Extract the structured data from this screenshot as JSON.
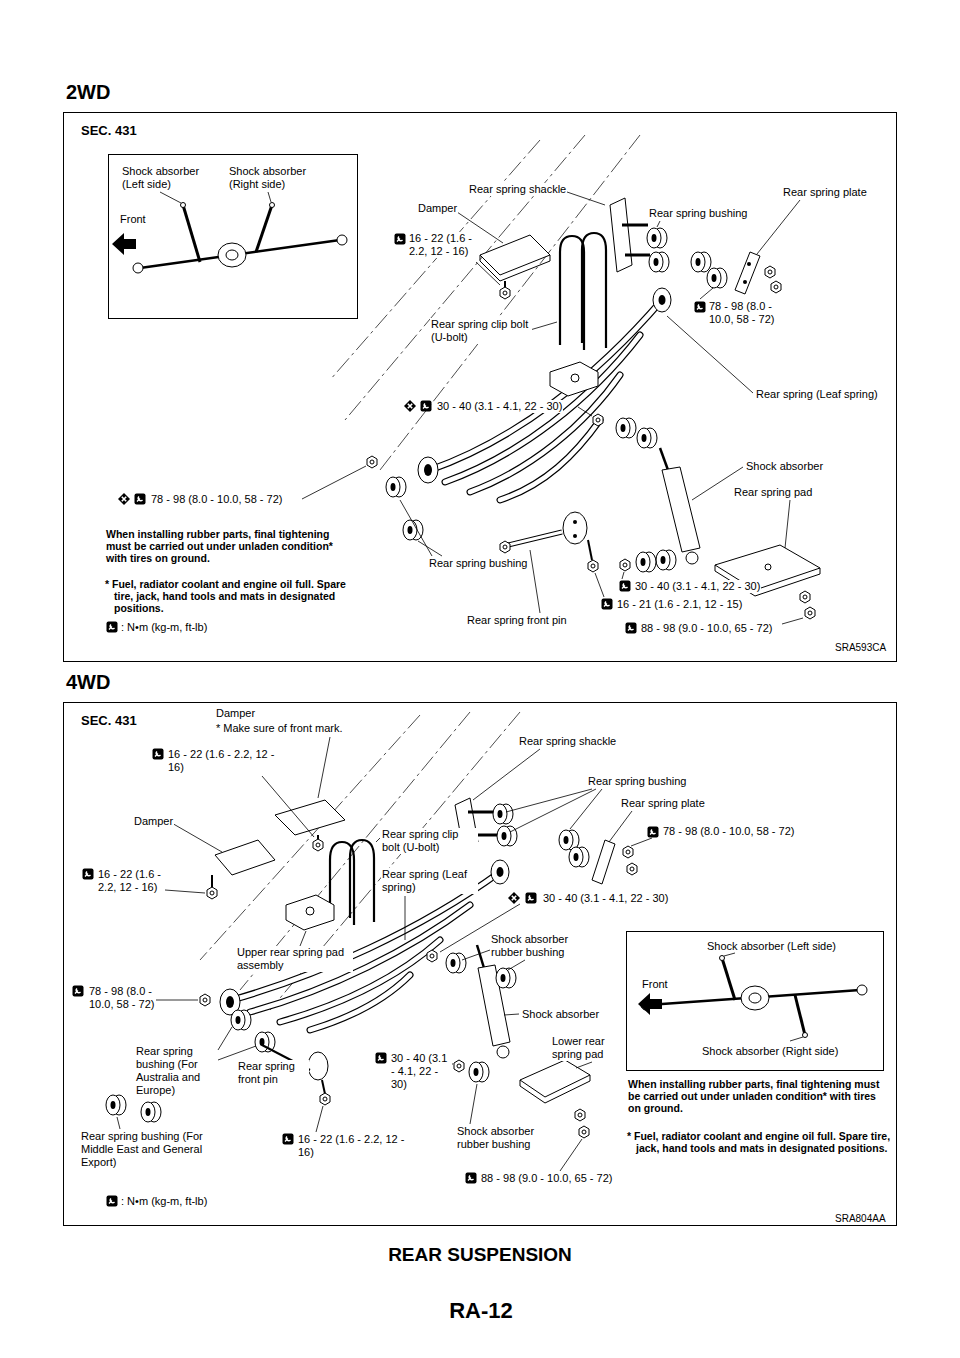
{
  "diagram": {
    "title": "REAR SUSPENSION",
    "nodes": [
      {
        "text": [
          "2WD",
          "SEC. 431"
        ]
      },
      {
        "text": [
          "Shock absorber (Left side)",
          "Shock absorber (Right side)",
          "Front"
        ],
        "in": 0
      },
      {
        "text": [
          "4WD",
          "SEC. 431"
        ]
      },
      {
        "text": [
          "Shock absorber (Left side)",
          "Front",
          "Shock absorber (Right side)"
        ],
        "in": 2
      }
    ],
    "labels": [
      "Rear spring shackle",
      "Damper",
      "Rear spring plate",
      "Rear spring bushing",
      "16 - 22 (1.6 - 2.2, 12 - 16)",
      "Rear spring clip bolt (U-bolt)",
      "78 - 98 (8.0 - 10.0, 58 - 72)",
      "Rear spring (Leaf spring)",
      "30 - 40 (3.1 - 4.1, 22 - 30)",
      "Shock absorber",
      "Rear spring pad",
      "78 - 98 (8.0 - 10.0, 58 - 72)",
      "When installing rubber parts, final tightening must be carried out under unladen condition* with tires on ground.",
      "* Fuel, radiator coolant and engine oil full. Spare tire, jack, hand tools and mats in designated positions.",
      "Rear spring bushing",
      "30 - 40 (3.1 - 4.1, 22 - 30)",
      "Rear spring front pin",
      "16 - 21 (1.6 - 2.1, 12 - 15)",
      ": N•m (kg-m, ft-lb)",
      "88 - 98 (9.0 - 10.0, 65 - 72)",
      "SRA593CA",
      "Damper",
      "* Make sure of front mark.",
      "16 - 22 (1.6 - 2.2, 12 - 16)",
      "Rear spring shackle",
      "Rear spring bushing",
      "Rear spring plate",
      "78 - 98 (8.0 - 10.0, 58 - 72)",
      "Damper",
      "Rear spring clip bolt (U-bolt)",
      "Rear spring (Leaf spring)",
      "16 - 22 (1.6 - 2.2, 12 - 16)",
      "30 - 40 (3.1 - 4.1, 22 - 30)",
      "Shock absorber rubber bushing",
      "Upper rear spring pad assembly",
      "78 - 98 (8.0 - 10.0, 58 - 72)",
      "Shock absorber",
      "Lower rear spring pad",
      "Rear spring bushing (For Australia and Europe)",
      "Rear spring front pin",
      "30 - 40 (3.1 - 4.1, 22 - 30)",
      "When installing rubber parts, final tightening must be carried out under unladen condition* with tires on ground.",
      "* Fuel, radiator coolant and engine oil full. Spare tire, jack, hand tools and mats in designated positions.",
      "Shock absorber rubber bushing",
      "16 - 22 (1.6 - 2.2, 12 - 16)",
      "Rear spring bushing (For Middle East and General Export)",
      "88 - 98 (9.0 - 10.0, 65 - 72)",
      ": N•m (kg-m, ft-lb)",
      "SRA804AA",
      "RA-12"
    ]
  }
}
